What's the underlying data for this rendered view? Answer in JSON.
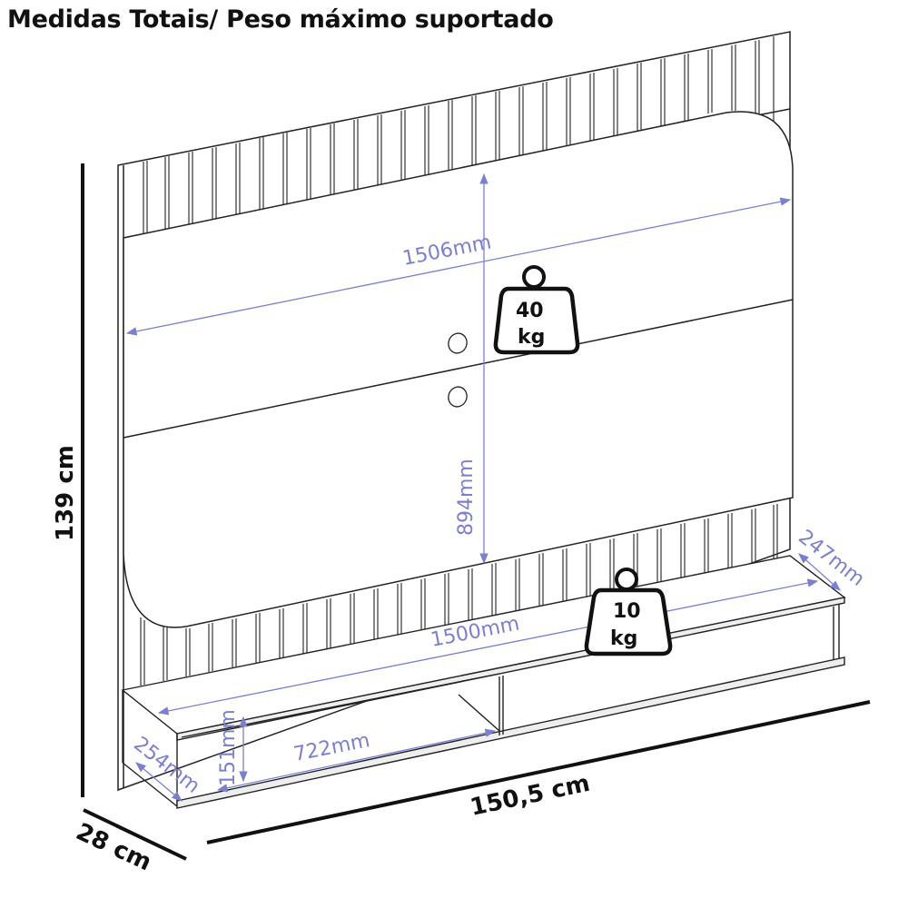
{
  "title": "Medidas Totais/ Peso máximo suportado",
  "overall_dimensions": {
    "height": "139 cm",
    "width": "150,5 cm",
    "depth": "28 cm"
  },
  "panel_dimensions": {
    "panel_width": "1506mm",
    "panel_height": "894mm",
    "shelf_width": "1500mm",
    "shelf_depth": "247mm",
    "niche_width": "722mm",
    "niche_height": "151mm",
    "niche_depth": "254mm"
  },
  "weights": {
    "panel": {
      "value": "40",
      "unit": "kg"
    },
    "shelf": {
      "value": "10",
      "unit": "kg"
    }
  },
  "colors": {
    "dimension_line": "#7b7fd4",
    "outline": "#111111"
  }
}
